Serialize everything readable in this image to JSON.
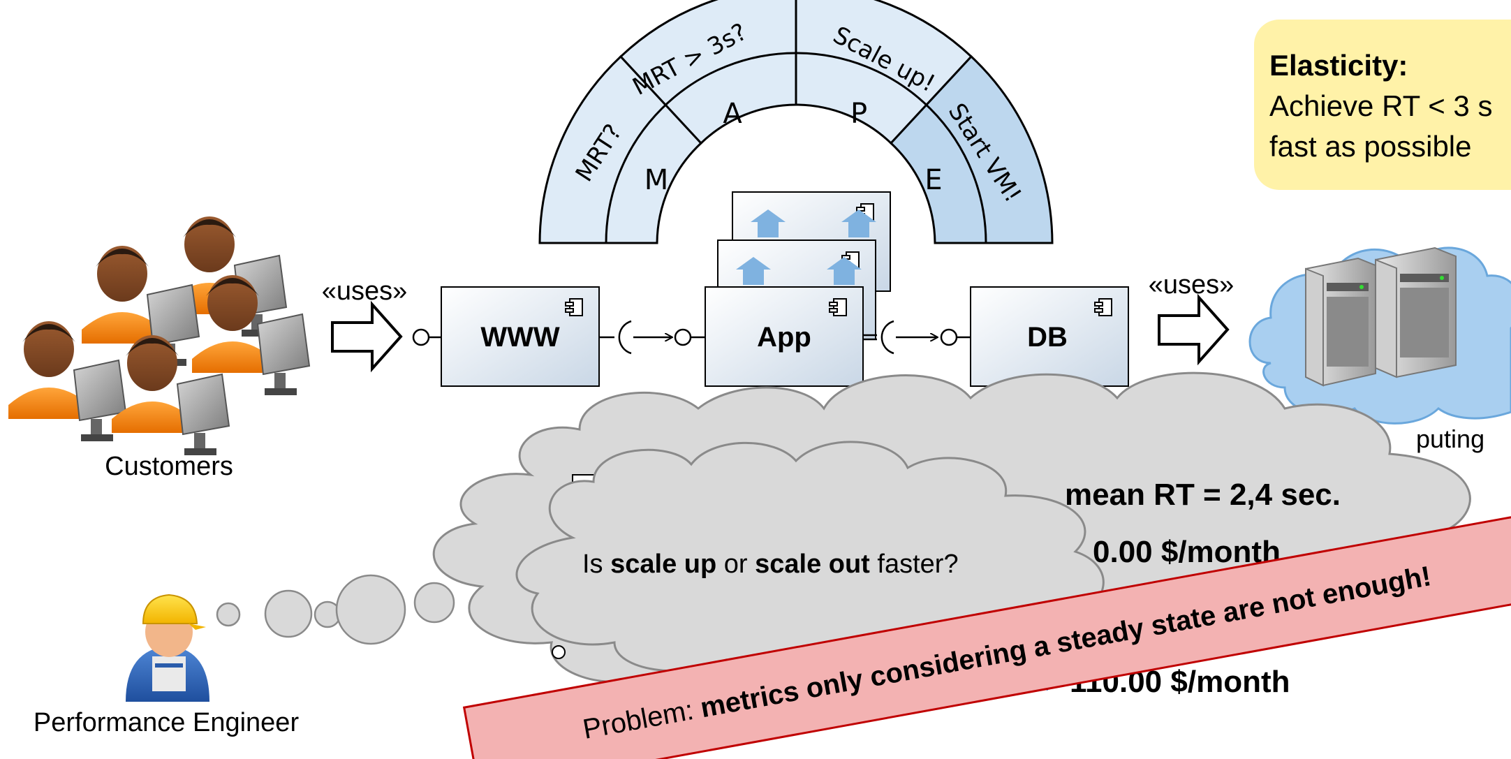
{
  "mape": {
    "outer": {
      "m": "MRT?",
      "a": "MRT > 3s?",
      "p": "Scale up!",
      "e": "Start VM!"
    },
    "inner": {
      "m": "M",
      "a": "A",
      "p": "P",
      "e": "E"
    },
    "colors": {
      "light": "#deebf7",
      "dark": "#bdd7ee"
    }
  },
  "elasticity": {
    "title": "Elasticity:",
    "line1": "Achieve RT < 3 s",
    "line2": "fast as possible"
  },
  "actors": {
    "customers": "Customers",
    "engineer": "Performance Engineer"
  },
  "stereotypes": {
    "uses_left": "«uses»",
    "uses_right": "«uses»"
  },
  "components": {
    "www": "WWW",
    "app": "App",
    "db": "DB"
  },
  "cloud_label": "puting",
  "hidden": {
    "mean_rt": "mean RT = 2,4 sec.",
    "cost1": "0.00 $/month",
    "arrow": "→",
    "cost2": "110.00 $/month"
  },
  "thought": {
    "pre": "Is ",
    "b1": "scale up",
    "mid": " or ",
    "b2": "scale out",
    "post": " faster?"
  },
  "banner": {
    "prefix": "Problem: ",
    "bold": "metrics only considering a steady state are not enough!"
  }
}
